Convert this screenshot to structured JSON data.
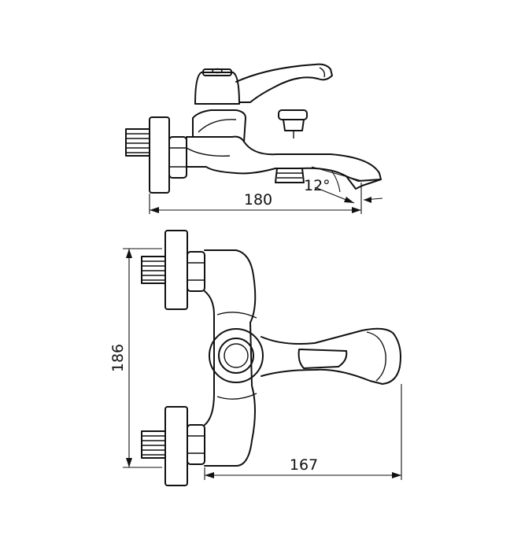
{
  "dimensions": {
    "top_width": "180",
    "spout_angle": "12°",
    "height": "186",
    "bottom_width": "167"
  }
}
